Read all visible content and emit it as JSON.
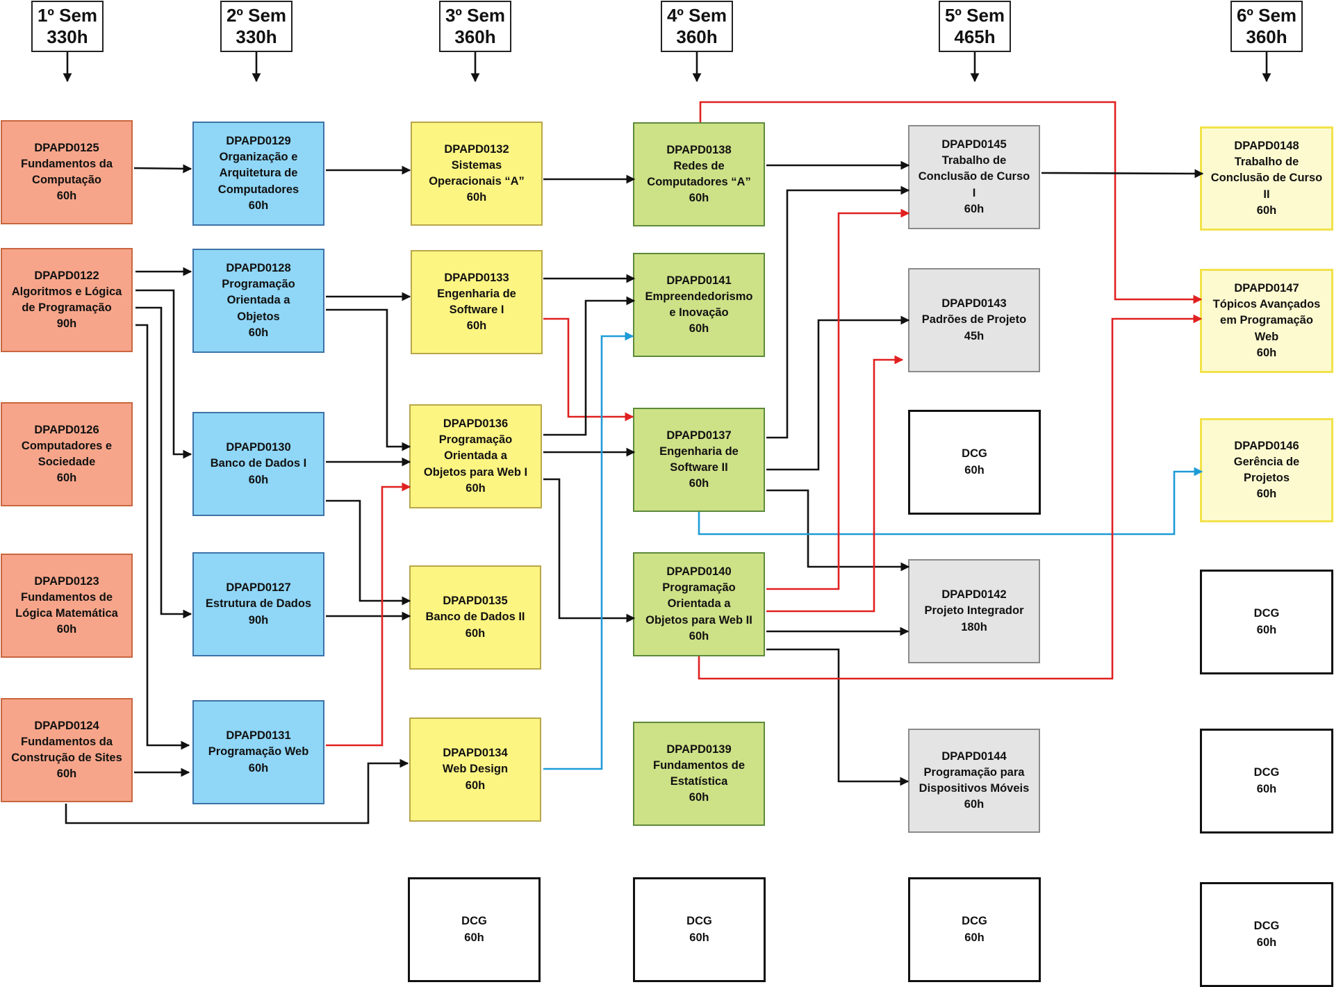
{
  "colors": {
    "black_edge": "#111111",
    "red_edge": "#e02020",
    "blue_edge": "#1e9bd7",
    "sem1": "#f7a58a",
    "sem2": "#8fd6f7",
    "sem3": "#fdf582",
    "sem4": "#cde187",
    "sem5": "#e4e4e4",
    "sem6": "#fdfad0"
  },
  "semesters": [
    {
      "name": "1º Sem",
      "hours": "330h"
    },
    {
      "name": "2º Sem",
      "hours": "330h"
    },
    {
      "name": "3º Sem",
      "hours": "360h"
    },
    {
      "name": "4º Sem",
      "hours": "360h"
    },
    {
      "name": "5º Sem",
      "hours": "465h"
    },
    {
      "name": "6º Sem",
      "hours": "360h"
    }
  ],
  "courses": {
    "c0125": {
      "code": "DPAPD0125",
      "lines": [
        "Fundamentos da",
        "Computação"
      ],
      "hours": "60h"
    },
    "c0122": {
      "code": "DPAPD0122",
      "lines": [
        "Algoritmos e Lógica",
        "de Programação"
      ],
      "hours": "90h"
    },
    "c0126": {
      "code": "DPAPD0126",
      "lines": [
        "Computadores e",
        "Sociedade"
      ],
      "hours": "60h"
    },
    "c0123": {
      "code": "DPAPD0123",
      "lines": [
        "Fundamentos de",
        "Lógica Matemática"
      ],
      "hours": "60h"
    },
    "c0124": {
      "code": "DPAPD0124",
      "lines": [
        "Fundamentos da",
        "Construção de Sites"
      ],
      "hours": "60h"
    },
    "c0129": {
      "code": "DPAPD0129",
      "lines": [
        "Organização e",
        "Arquitetura de",
        "Computadores"
      ],
      "hours": "60h"
    },
    "c0128": {
      "code": "DPAPD0128",
      "lines": [
        "Programação",
        "Orientada a",
        "Objetos"
      ],
      "hours": "60h"
    },
    "c0130": {
      "code": "DPAPD0130",
      "lines": [
        "Banco de Dados I"
      ],
      "hours": "60h"
    },
    "c0127": {
      "code": "DPAPD0127",
      "lines": [
        "Estrutura de Dados"
      ],
      "hours": "90h"
    },
    "c0131": {
      "code": "DPAPD0131",
      "lines": [
        "Programação Web"
      ],
      "hours": "60h"
    },
    "c0132": {
      "code": "DPAPD0132",
      "lines": [
        "Sistemas",
        "Operacionais “A”"
      ],
      "hours": "60h"
    },
    "c0133": {
      "code": "DPAPD0133",
      "lines": [
        "Engenharia de",
        "Software I"
      ],
      "hours": "60h"
    },
    "c0136": {
      "code": "DPAPD0136",
      "lines": [
        "Programação",
        "Orientada a",
        "Objetos para Web I"
      ],
      "hours": "60h"
    },
    "c0135": {
      "code": "DPAPD0135",
      "lines": [
        "Banco de Dados II"
      ],
      "hours": "60h"
    },
    "c0134": {
      "code": "DPAPD0134",
      "lines": [
        "Web Design"
      ],
      "hours": "60h"
    },
    "dcg3": {
      "code": "DCG",
      "lines": [],
      "hours": "60h"
    },
    "c0138": {
      "code": "DPAPD0138",
      "lines": [
        "Redes de",
        "Computadores “A”"
      ],
      "hours": "60h"
    },
    "c0141": {
      "code": "DPAPD0141",
      "lines": [
        "Empreendedorismo",
        "e Inovação"
      ],
      "hours": "60h"
    },
    "c0137": {
      "code": "DPAPD0137",
      "lines": [
        "Engenharia de",
        "Software II"
      ],
      "hours": "60h"
    },
    "c0140": {
      "code": "DPAPD0140",
      "lines": [
        "Programação",
        "Orientada a",
        "Objetos para Web II"
      ],
      "hours": "60h"
    },
    "c0139": {
      "code": "DPAPD0139",
      "lines": [
        "Fundamentos de",
        "Estatística"
      ],
      "hours": "60h"
    },
    "dcg4": {
      "code": "DCG",
      "lines": [],
      "hours": "60h"
    },
    "c0145": {
      "code": "DPAPD0145",
      "lines": [
        "Trabalho de",
        "Conclusão de Curso",
        "I"
      ],
      "hours": "60h"
    },
    "c0143": {
      "code": "DPAPD0143",
      "lines": [
        "Padrões de Projeto"
      ],
      "hours": "45h"
    },
    "dcg5a": {
      "code": "DCG",
      "lines": [],
      "hours": "60h"
    },
    "c0142": {
      "code": "DPAPD0142",
      "lines": [
        "Projeto Integrador"
      ],
      "hours": "180h"
    },
    "c0144": {
      "code": "DPAPD0144",
      "lines": [
        "Programação para",
        "Dispositivos Móveis"
      ],
      "hours": "60h"
    },
    "dcg5b": {
      "code": "DCG",
      "lines": [],
      "hours": "60h"
    },
    "c0148": {
      "code": "DPAPD0148",
      "lines": [
        "Trabalho de",
        "Conclusão de Curso",
        "II"
      ],
      "hours": "60h"
    },
    "c0147": {
      "code": "DPAPD0147",
      "lines": [
        "Tópicos Avançados",
        "em Programação",
        "Web"
      ],
      "hours": "60h"
    },
    "c0146": {
      "code": "DPAPD0146",
      "lines": [
        "Gerência de",
        "Projetos"
      ],
      "hours": "60h"
    },
    "dcg6a": {
      "code": "DCG",
      "lines": [],
      "hours": "60h"
    },
    "dcg6b": {
      "code": "DCG",
      "lines": [],
      "hours": "60h"
    },
    "dcg6c": {
      "code": "DCG",
      "lines": [],
      "hours": "60h"
    }
  },
  "prerequisites": [
    {
      "from": "DPAPD0125",
      "to": "DPAPD0129",
      "kind": "black"
    },
    {
      "from": "DPAPD0122",
      "to": "DPAPD0128",
      "kind": "black"
    },
    {
      "from": "DPAPD0122",
      "to": "DPAPD0130",
      "kind": "black"
    },
    {
      "from": "DPAPD0122",
      "to": "DPAPD0127",
      "kind": "black"
    },
    {
      "from": "DPAPD0122",
      "to": "DPAPD0131",
      "kind": "black"
    },
    {
      "from": "DPAPD0124",
      "to": "DPAPD0131",
      "kind": "black"
    },
    {
      "from": "DPAPD0124",
      "to": "DPAPD0134",
      "kind": "black"
    },
    {
      "from": "DPAPD0129",
      "to": "DPAPD0132",
      "kind": "black"
    },
    {
      "from": "DPAPD0128",
      "to": "DPAPD0133",
      "kind": "black"
    },
    {
      "from": "DPAPD0128",
      "to": "DPAPD0136",
      "kind": "black"
    },
    {
      "from": "DPAPD0130",
      "to": "DPAPD0136",
      "kind": "black"
    },
    {
      "from": "DPAPD0130",
      "to": "DPAPD0135",
      "kind": "black"
    },
    {
      "from": "DPAPD0127",
      "to": "DPAPD0135",
      "kind": "black"
    },
    {
      "from": "DPAPD0131",
      "to": "DPAPD0136",
      "kind": "red"
    },
    {
      "from": "DPAPD0132",
      "to": "DPAPD0138",
      "kind": "black"
    },
    {
      "from": "DPAPD0133",
      "to": "DPAPD0141",
      "kind": "black"
    },
    {
      "from": "DPAPD0133",
      "to": "DPAPD0137",
      "kind": "red"
    },
    {
      "from": "DPAPD0136",
      "to": "DPAPD0141",
      "kind": "black"
    },
    {
      "from": "DPAPD0136",
      "to": "DPAPD0137",
      "kind": "black"
    },
    {
      "from": "DPAPD0136",
      "to": "DPAPD0140",
      "kind": "black"
    },
    {
      "from": "DPAPD0134",
      "to": "DPAPD0141",
      "kind": "blue"
    },
    {
      "from": "DPAPD0138",
      "to": "DPAPD0145",
      "kind": "black"
    },
    {
      "from": "DPAPD0138",
      "to": "DPAPD0147",
      "kind": "red"
    },
    {
      "from": "DPAPD0137",
      "to": "DPAPD0145",
      "kind": "black"
    },
    {
      "from": "DPAPD0137",
      "to": "DPAPD0143",
      "kind": "black"
    },
    {
      "from": "DPAPD0137",
      "to": "DPAPD0142",
      "kind": "black"
    },
    {
      "from": "DPAPD0137",
      "to": "DPAPD0146",
      "kind": "blue"
    },
    {
      "from": "DPAPD0140",
      "to": "DPAPD0145",
      "kind": "red"
    },
    {
      "from": "DPAPD0140",
      "to": "DPAPD0143",
      "kind": "red"
    },
    {
      "from": "DPAPD0140",
      "to": "DPAPD0142",
      "kind": "black"
    },
    {
      "from": "DPAPD0140",
      "to": "DPAPD0144",
      "kind": "black"
    },
    {
      "from": "DPAPD0140",
      "to": "DPAPD0147",
      "kind": "red"
    },
    {
      "from": "DPAPD0145",
      "to": "DPAPD0148",
      "kind": "black"
    }
  ]
}
